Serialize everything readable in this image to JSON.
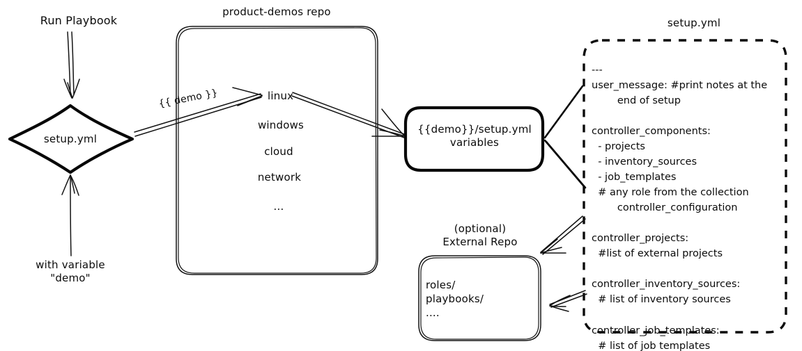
{
  "diagram": {
    "title_hidden": "",
    "nodes": {
      "run_playbook_label": "Run Playbook",
      "with_variable_label": "with variable\n\"demo\"",
      "setup_diamond": "setup.yml",
      "repo_title": "product-demos repo",
      "repo_items": [
        "linux",
        "windows",
        "cloud",
        "network",
        "..."
      ],
      "edge_demo_label": "{{ demo }}",
      "variables_box": "{{demo}}/setup.yml\nvariables",
      "external_repo_title": "(optional)\nExternal Repo",
      "external_repo_items": [
        "roles/",
        "playbooks/",
        "...."
      ],
      "setup_yml_title": "setup.yml"
    },
    "setup_yml_content": [
      "---",
      "user_message: #print notes at the",
      "        end of setup",
      "",
      "controller_components:",
      "  - projects",
      "  - inventory_sources",
      "  - job_templates",
      "  # any role from the collection",
      "        controller_configuration",
      "",
      "controller_projects:",
      "  #list of external projects",
      "",
      "controller_inventory_sources:",
      "  # list of inventory sources",
      "",
      "controller_job_templates:",
      "  # list of job templates"
    ],
    "colors": {
      "ink": "#0b0b0b",
      "background": "#ffffff"
    }
  }
}
